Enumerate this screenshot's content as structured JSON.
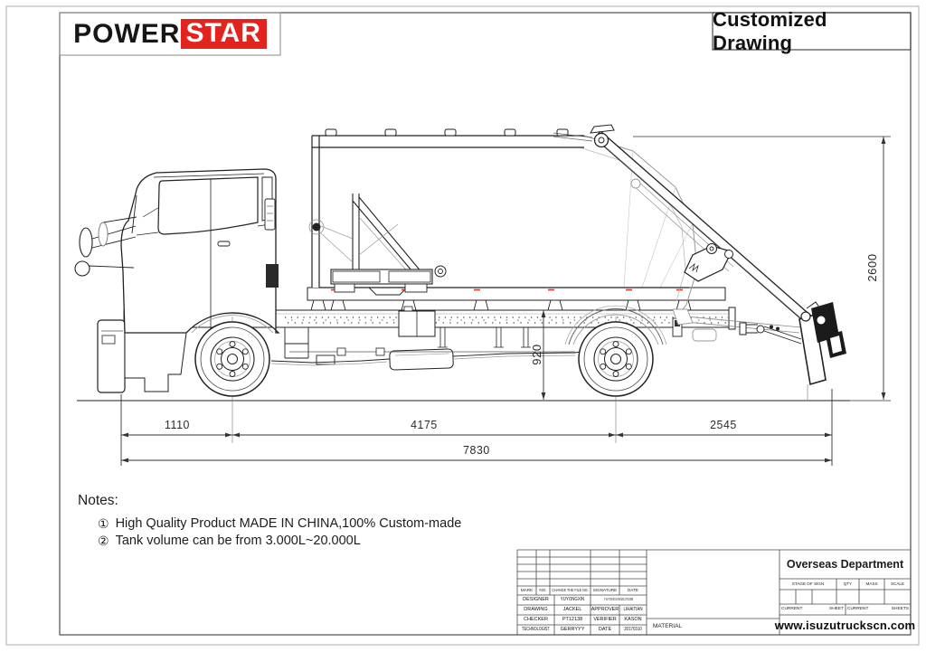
{
  "header": {
    "logo_text_black": "POWER",
    "logo_text_red": "STAR",
    "logo_accent_color": "#e3231d",
    "drawing_title": "Customized Drawing"
  },
  "dimensions": {
    "front_overhang": "1110",
    "wheelbase": "4175",
    "rear_overhang": "2545",
    "overall_length": "7830",
    "overall_height": "2600",
    "frame_height": "920"
  },
  "notes": {
    "label": "Notes:",
    "items": [
      {
        "bullet": "①",
        "text": "High Quality Product MADE IN CHINA,100% Custom-made"
      },
      {
        "bullet": "②",
        "text": "Tank volume can be from 3.000L~20.000L"
      }
    ]
  },
  "title_block": {
    "revision_header": {
      "mark": "MARK",
      "no": "NO.",
      "change_file": "CHANGE THE FILE NO.",
      "signature": "SIGNATURE",
      "date": "DATE"
    },
    "rows": [
      {
        "c1": "DESIGNER",
        "c2": "YUYONGXIN",
        "c3": "YUYONGXIN/20170308",
        "c4": ""
      },
      {
        "c1": "DRAWING",
        "c2": "JACKEL",
        "c3": "APPROVER",
        "c4": "LIHAITIAN"
      },
      {
        "c1": "CHECKER",
        "c2": "PT12138",
        "c3": "VERIFIER",
        "c4": "KASON"
      },
      {
        "c1": "TECHNOLOGIST",
        "c2": "GERRYYY",
        "c3": "DATE",
        "c4": "20170310"
      }
    ],
    "material_label": "MATERIAL",
    "department": "Overseas Department",
    "sign_columns": {
      "stage": "STAGE OF SIGN",
      "qty": "QTY",
      "mass": "MASS",
      "scale": "SCALE"
    },
    "sheet_row": {
      "current_left": "CURRENT",
      "sheet": "SHEET",
      "current_right": "CURRENT",
      "sheets": "SHEETS"
    },
    "website": "www.isuzutruckscn.com"
  }
}
